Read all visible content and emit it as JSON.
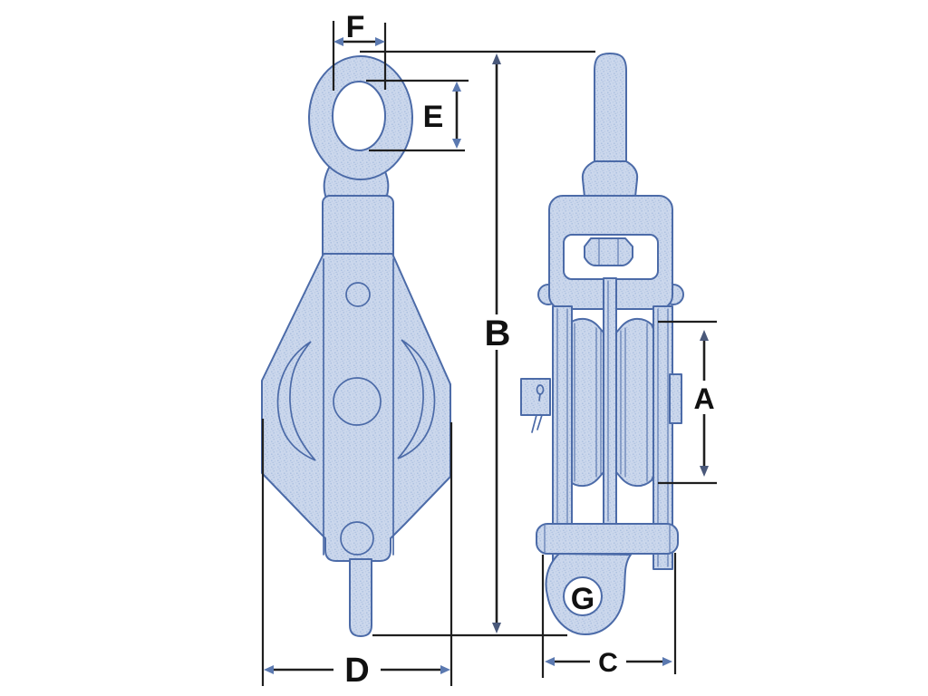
{
  "dimension_labels": {
    "a": "A",
    "b": "B",
    "c": "C",
    "d": "D",
    "e": "E",
    "f": "F",
    "g": "G"
  },
  "colors": {
    "background": "#ffffff",
    "part_fill": "#cbd7ec",
    "part_dot": "#a9bedf",
    "part_dot2": "#b9c9e4",
    "outline": "#4c6ba8",
    "dimension_line": "#1f1f1f",
    "arrow_blue": "#5b79b0",
    "arrow_dark": "#49587a",
    "label": "#111111"
  }
}
